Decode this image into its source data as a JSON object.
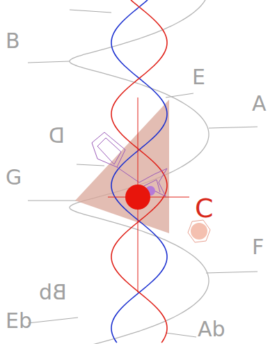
{
  "diagram": {
    "labels": [
      "B",
      "E",
      "A",
      "D",
      "G",
      "C",
      "F",
      "Bb",
      "Eb",
      "Ab"
    ]
  }
}
